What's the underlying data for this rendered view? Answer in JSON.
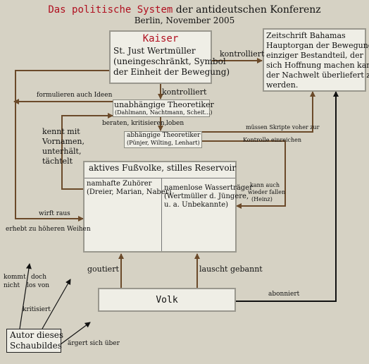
{
  "title": {
    "part1": "Das politische System",
    "part2": "der antideutschen Konferenz",
    "subtitle": "Berlin, November 2005"
  },
  "kaiser": {
    "heading": "Kaiser",
    "line1": "St. Just Wertmüller",
    "line2": "(uneingeschränkt, Symbol",
    "line3": "der Einheit der Bewegung)"
  },
  "zeitschrift": {
    "line1": "Zeitschrift Bahamas",
    "line2": "Hauptorgan der Bewegung;",
    "line3": "einziger Bestandteil, der",
    "line4": "sich Hoffnung machen kann,",
    "line5": "der Nachwelt überliefert zu",
    "line6": "werden."
  },
  "unabhaengige": {
    "heading": "unabhängige Theoretiker",
    "names": "(Dahlmann, Nachtmann, Scheit...)"
  },
  "abhaengige": {
    "heading": "abhängige Theoretiker",
    "names": "(Pünjer, Wilting, Lenhart)"
  },
  "fussvolk": {
    "heading": "aktives Fußvolke, stilles Reservoir",
    "left1": "namhafte Zuhörer",
    "left2": "(Dreier, Marian, Naber)",
    "right1": "namenlose Wasserträger",
    "right2": "(Wertmüller d. Jüngere,",
    "right3": "u. a. Unbekannte)"
  },
  "volk": "Volk",
  "autor": {
    "line1": "Autor dieses",
    "line2": "Schaubildes"
  },
  "labels": {
    "kontrolliert_right": "kontrolliert",
    "kontrolliert_down": "kontrolliert",
    "formulieren": "formulieren auch Ideen",
    "beraten": "beraten, kritisieren,",
    "loben": "loben",
    "kennt1": "kennt mit",
    "kennt2": "Vornamen,",
    "kennt3": "unterhält,",
    "kennt4": "tächtelt",
    "muessen": "müssen Skripte voher zur",
    "kontrolle": "Kontrolle einreichen",
    "kann1": "kann auch",
    "kann2": "wieder fallen",
    "kann3": "(Heinz)",
    "wirft": "wirft raus",
    "erhebt": "erhebt zu höheren Weihen",
    "goutiert": "goutiert",
    "lauscht": "lauscht gebannt",
    "abonniert": "abonniert",
    "kommt1": "kommt",
    "kommt2": "nicht",
    "doch1": "doch",
    "doch2": "los von",
    "kritisiert": "kritisiert",
    "aergert": "ärgert sich über"
  }
}
